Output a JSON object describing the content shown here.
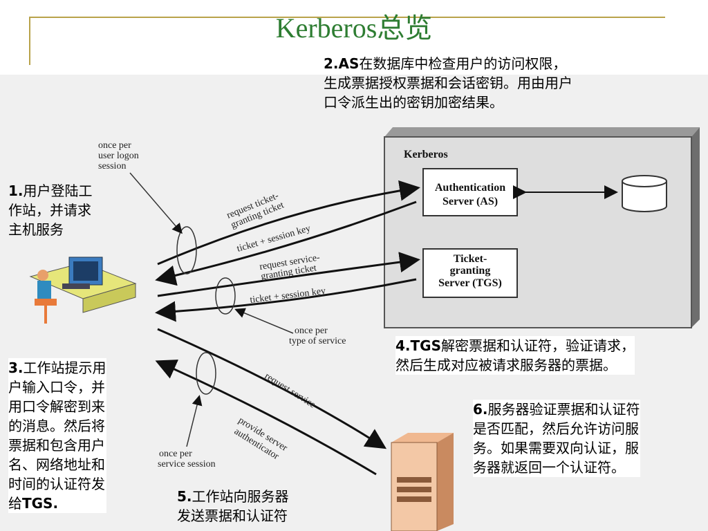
{
  "title": "Kerberos总览",
  "kerberos_box": {
    "label": "Kerberos",
    "as_line1": "Authentication",
    "as_line2": "Server (AS)",
    "tgs_line1": "Ticket-",
    "tgs_line2": "granting",
    "tgs_line3": "Server (TGS)"
  },
  "labels": {
    "once_logon_1": "once per",
    "once_logon_2": "user logon",
    "once_logon_3": "session",
    "req_tgt_1": "request ticket-",
    "req_tgt_2": "granting ticket",
    "ticket_key_1": "ticket + session key",
    "req_sgt_1": "request service-",
    "req_sgt_2": "granting ticket",
    "ticket_key_2": "ticket + session key",
    "once_type_1": "once per",
    "once_type_2": "type of service",
    "req_service": "request service",
    "provide_1": "provide server",
    "provide_2": "authenticator",
    "once_sess_1": "once per",
    "once_sess_2": "service session"
  },
  "notes": {
    "n1_num": "1.",
    "n1_text": "用户登陆工\n作站，并请求\n主机服务",
    "n2_num": "2.AS",
    "n2_text": "在数据库中检查用户的访问权限，\n生成票据授权票据和会话密钥。用由用户\n口令派生出的密钥加密结果。",
    "n3_num": "3.",
    "n3_text": "工作站提示用\n户输入口令，并\n用口令解密到来\n的消息。然后将\n票据和包含用户\n名、网络地址和\n时间的认证符发\n给",
    "n3_tail": "TGS.",
    "n4_num": "4.TGS",
    "n4_text": "解密票据和认证符，验证请求，\n然后生成对应被请求服务器的票据。",
    "n5_num": "5.",
    "n5_text": "工作站向服务器\n发送票据和认证符",
    "n6_num": "6.",
    "n6_text": "服务器验证票据和认证符\n是否匹配，然后允许访问服\n务。如果需要双向认证，服\n务器就返回一个认证符。"
  }
}
